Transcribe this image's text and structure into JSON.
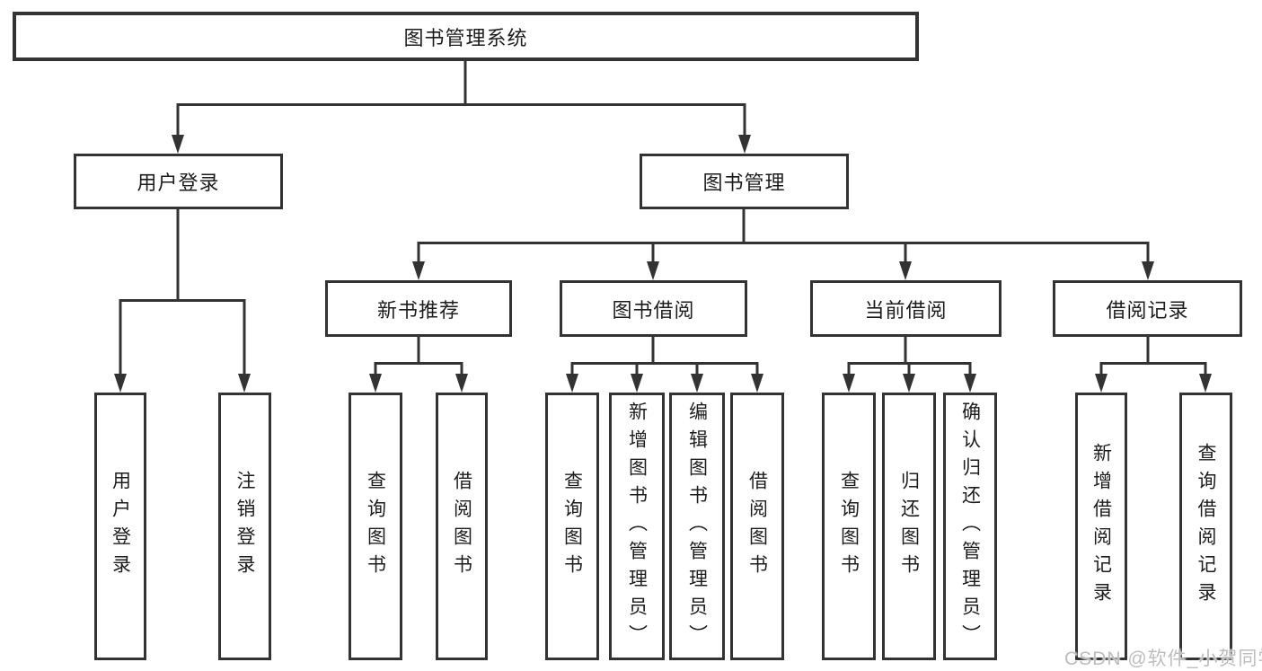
{
  "diagram_title": "图书管理系统",
  "tree": {
    "root": {
      "label": "图书管理系统"
    },
    "branches": [
      {
        "label": "用户登录",
        "children": [
          "用户登录",
          "注销登录"
        ]
      },
      {
        "label": "图书管理",
        "groups": [
          {
            "label": "新书推荐",
            "children": [
              "查询图书",
              "借阅图书"
            ]
          },
          {
            "label": "图书借阅",
            "children": [
              "查询图书",
              "新增图书（管理员）",
              "编辑图书（管理员）",
              "借阅图书"
            ]
          },
          {
            "label": "当前借阅",
            "children": [
              "查询图书",
              "归还图书",
              "确认归还（管理员）"
            ]
          },
          {
            "label": "借阅记录",
            "children": [
              "新增借阅记录",
              "查询借阅记录"
            ]
          }
        ]
      }
    ]
  },
  "watermark": {
    "text": "CSDN @软件_小贺同学"
  },
  "colors": {
    "line": "#333333",
    "text": "#1c1c1c",
    "background": "#ffffff",
    "watermark": "#bdbdbd"
  }
}
